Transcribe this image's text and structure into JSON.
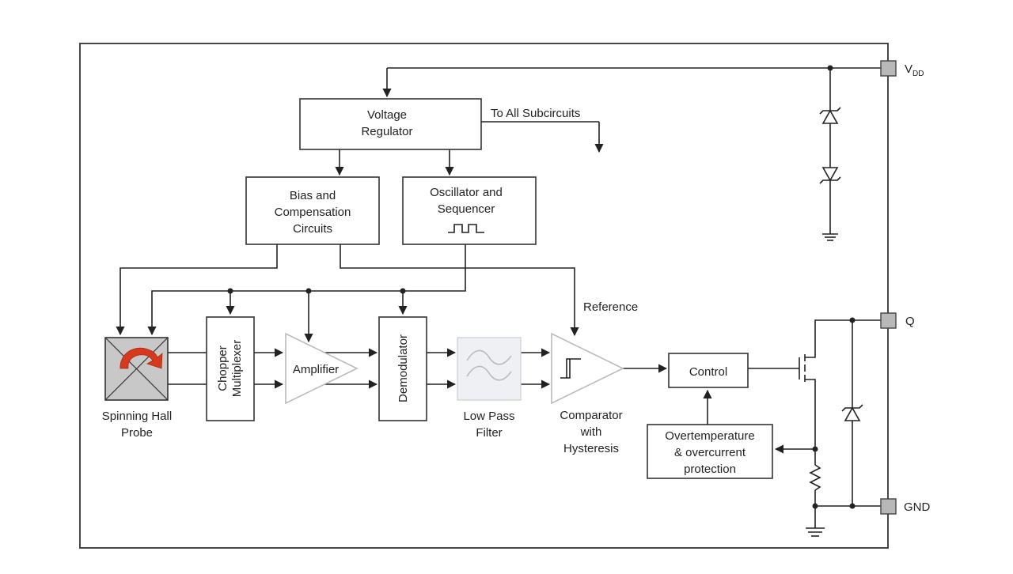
{
  "blocks": {
    "voltage_regulator": [
      "Voltage",
      "Regulator"
    ],
    "to_all_subcircuits": "To All Subcircuits",
    "bias": [
      "Bias and",
      "Compensation",
      "Circuits"
    ],
    "oscillator": [
      "Oscillator and",
      "Sequencer"
    ],
    "hall_probe": [
      "Spinning Hall",
      "Probe"
    ],
    "chopper": [
      "Chopper",
      "Multiplexer"
    ],
    "amplifier": "Amplifier",
    "demodulator": "Demodulator",
    "low_pass": [
      "Low Pass",
      "Filter"
    ],
    "comparator": [
      "Comparator",
      "with",
      "Hysteresis"
    ],
    "reference": "Reference",
    "control": "Control",
    "protection": [
      "Overtemperature",
      "& overcurrent",
      "protection"
    ]
  },
  "pins": {
    "vdd_main": "V",
    "vdd_sub": "DD",
    "q": "Q",
    "gnd": "GND"
  },
  "colors": {
    "line": "#222222",
    "pin_fill": "#b8b8b8",
    "probe_fill": "#c8c8c8",
    "spin_arrow": "#d63a1e",
    "filter_fill": "#eef0f3"
  }
}
